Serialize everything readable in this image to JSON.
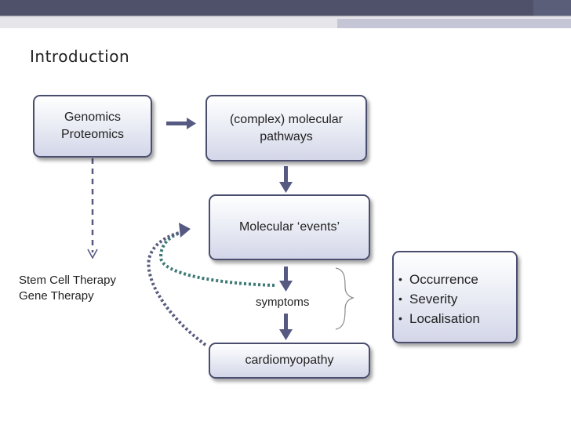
{
  "header": {
    "title": "Introduction"
  },
  "boxes": {
    "genomics": "Genomics\nProteomics",
    "pathways": "(complex) molecular\npathways",
    "events": "Molecular ‘events’",
    "cardiomyopathy": "cardiomyopathy"
  },
  "outcomes": {
    "items": [
      "Occurrence",
      "Severity",
      "Localisation"
    ]
  },
  "labels": {
    "therapies": [
      "Stem Cell Therapy",
      "Gene Therapy"
    ],
    "symptoms": "symptoms"
  },
  "colors": {
    "box_border": "#4a4e6e",
    "arrow": "#565a82",
    "teal_dots": "#3e7a74",
    "purple_dots": "#5a5d7e",
    "topbar": "#4e5169"
  }
}
